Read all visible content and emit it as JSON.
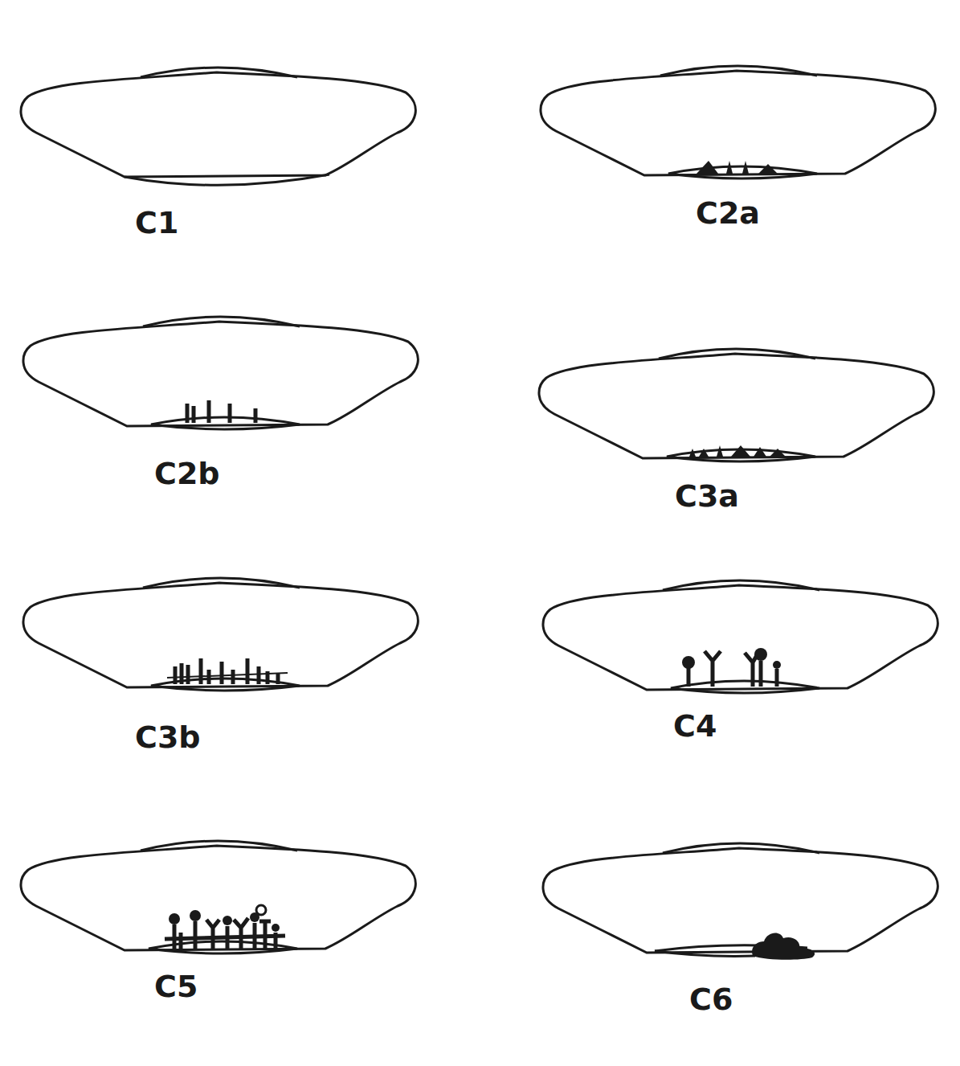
{
  "diagram": {
    "labels": [
      "C1",
      "C2a",
      "C2b",
      "C3a",
      "C3b",
      "C4",
      "C5",
      "C6"
    ]
  }
}
